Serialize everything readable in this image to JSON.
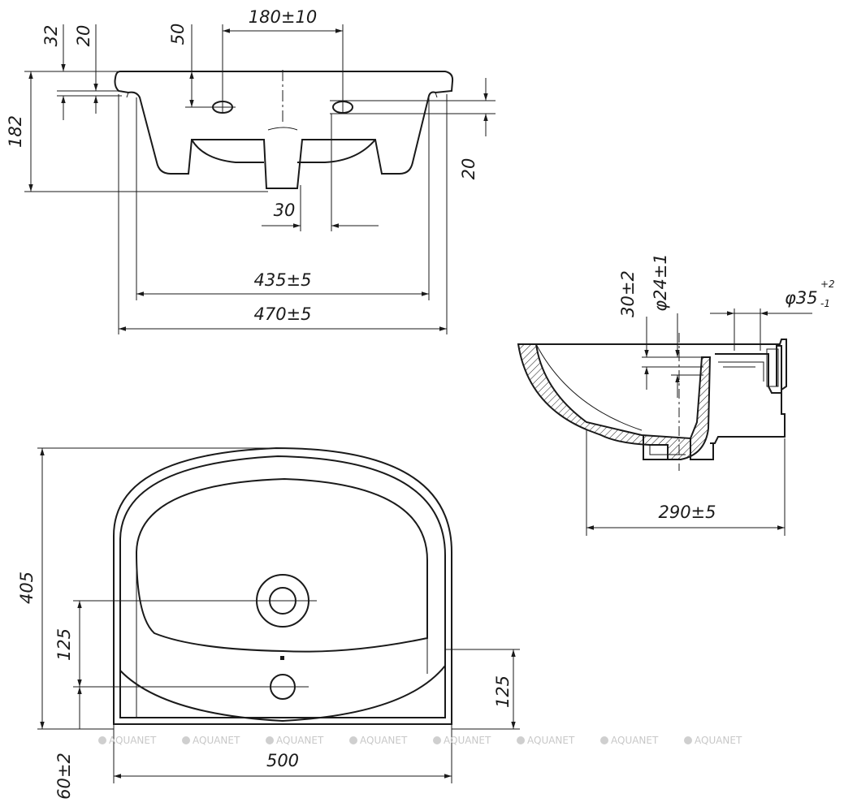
{
  "dimensions": {
    "top_32": "32",
    "top_20": "20",
    "top_50": "50",
    "top_180": "180±10",
    "height_182": "182",
    "right_20": "20",
    "bottom_30": "30",
    "width_435": "435±5",
    "width_470": "470±5",
    "side_30": "30±2",
    "side_24": "φ24±1",
    "side_35": "φ35",
    "side_35_upper": "+2",
    "side_35_lower": "-1",
    "side_290": "290±5",
    "plan_405": "405",
    "plan_125_left": "125",
    "plan_125_right": "125",
    "plan_500": "500",
    "plan_60": "60±2"
  },
  "watermark": {
    "text": "AQUANET",
    "count": 8
  }
}
